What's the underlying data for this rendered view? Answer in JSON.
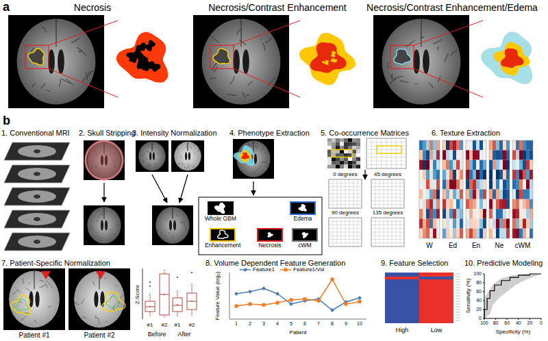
{
  "diagram": {
    "nodes": [
      {
        "text": [
          "Whole GBM"
        ]
      },
      {
        "text": [
          "Edema"
        ]
      },
      {
        "text": [
          "Enhancement"
        ]
      },
      {
        "text": [
          "Necrosis"
        ]
      },
      {
        "text": [
          "cWM"
        ]
      }
    ],
    "labels": [
      "a",
      "Necrosis",
      "Necrosis/Contrast Enhancement",
      "Necrosis/Contrast Enhancement/Edema",
      "b",
      "1. Conventional MRI",
      "2. Skull Stripping",
      "3. Intensity Normalization",
      "4. Phenotype Extraction",
      "5. Co-occurrence Matrices",
      "6. Texture Extraction",
      "0 degrees",
      "45 degrees",
      "90 degrees",
      "135 degrees",
      "W",
      "Ed",
      "En",
      "Ne",
      "cWM",
      "7. Patient-Specific Normalization",
      "Patient #1",
      "Patient #2",
      "Z-Score",
      "Before",
      "After",
      "#1",
      "#2",
      "#1",
      "#2",
      "8. Volume Dependent Feature Generation",
      "Feature Value (log₂)",
      "Patient",
      "1",
      "2",
      "3",
      "4",
      "5",
      "6",
      "7",
      "8",
      "9",
      "10",
      "9. Feature Selection",
      "High",
      "Low",
      "10. Predictive Modeling",
      "Sensitivity (%)",
      "Specificity (%)",
      "100",
      "80",
      "60",
      "40",
      "20",
      "0",
      "100",
      "80",
      "60",
      "40",
      "20",
      "0"
    ],
    "legend": [
      {
        "text": "Feature1"
      },
      {
        "text": "Feature1/Vol"
      }
    ]
  }
}
